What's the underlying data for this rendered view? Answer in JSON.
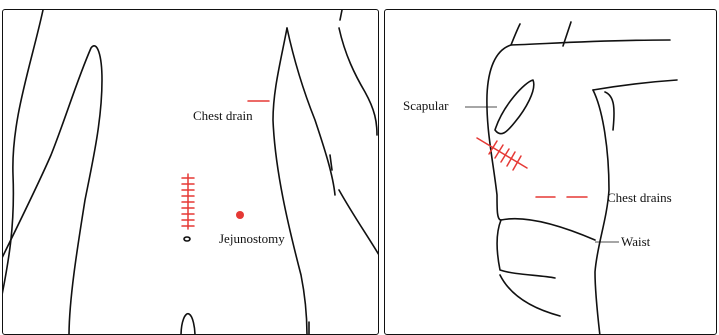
{
  "front_view": {
    "labels": {
      "chest_drain": "Chest drain",
      "jejunostomy": "Jejunostomy"
    }
  },
  "back_view": {
    "labels": {
      "scapular": "Scapular",
      "chest_drains": "Chest drains",
      "waist": "Waist"
    }
  },
  "colors": {
    "scar": "#e53935",
    "outline": "#111111"
  }
}
